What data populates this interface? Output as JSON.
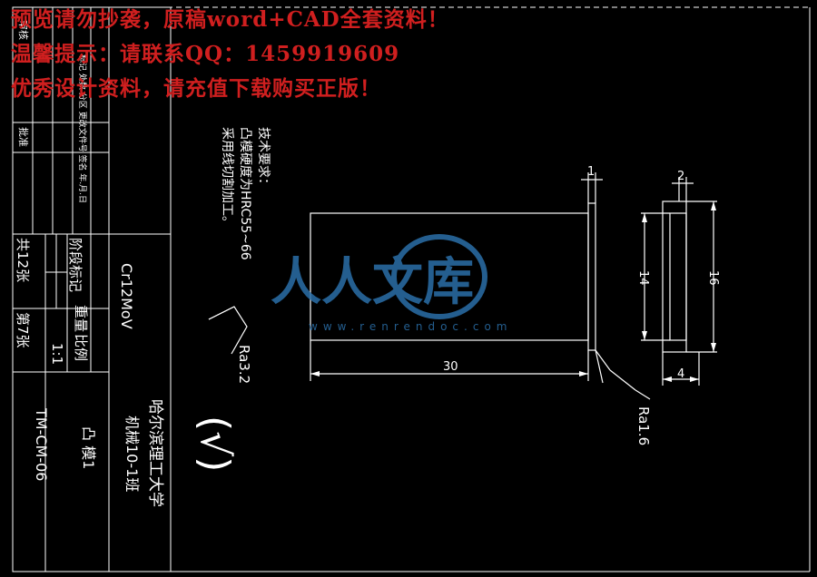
{
  "watermark": {
    "line1": "预览请勿抄袭，原稿word+CAD全套资料！",
    "line2": "温馨提示：请联系QQ：1459919609",
    "line3": "优秀设计资料，请充值下载购买正版！"
  },
  "logo": {
    "text": "人人文库",
    "url": "www.renrendoc.com"
  },
  "title_block": {
    "approve": "批准",
    "audit": "审核",
    "sign_row": "标记 处数 分区 更改文件号 签名 年.月.日",
    "stage_mark": "阶段标记",
    "weight": "重量",
    "scale": "比例",
    "scale_value": "1:1",
    "total_sheets": "共12张",
    "sheet_no": "第7张",
    "material": "Cr12MoV",
    "drawing_no": "TM-CM-06",
    "university": "哈尔滨理工大学",
    "class_name": "机械10-1班",
    "part_name": "凸  模1"
  },
  "tech_req": {
    "title": "技术要求：",
    "line1": "凸模硬度为HRC55~66",
    "line2": "采用线切割加工。"
  },
  "dimensions": {
    "d_length": "30",
    "d_step_w": "1",
    "d_height_small": "14",
    "d_height_large": "16",
    "d_top": "2",
    "d_bottom": "4"
  },
  "roughness": {
    "ra_general": "Ra3.2",
    "ra_face": "Ra1.6",
    "paren_symbol": "(√)"
  },
  "colors": {
    "line": "#ffffff",
    "watermark": "#d01f1f",
    "logo": "#2b6fa8"
  }
}
